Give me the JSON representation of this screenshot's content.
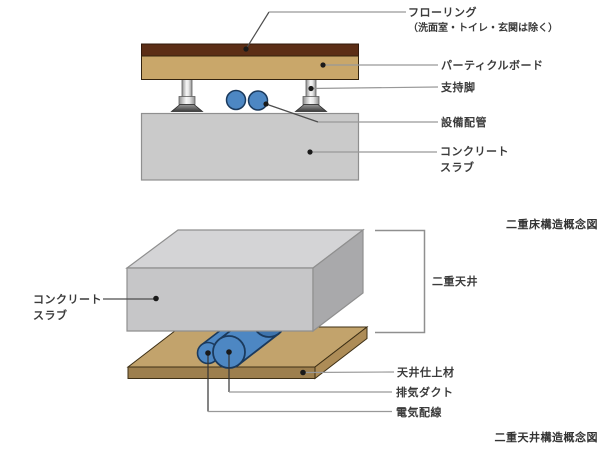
{
  "colors": {
    "flooring": "#5c2e16",
    "particle_board": "#c9a76a",
    "concrete": "#cacaca",
    "concrete_top": "#d4d4d6",
    "concrete_front": "#c6c6c8",
    "concrete_side": "#a9a9ab",
    "board_top": "#c2a36c",
    "board_front": "#9d7f4e",
    "board_side": "#ad8c57",
    "pipe": "#4d87c3",
    "pipe_end": "#3e74ad",
    "pipe_outline": "#1b3a5d",
    "leader_gray": "#999999",
    "leader_dark": "#4d4d4d",
    "text": "#3b3b3b"
  },
  "floor_diagram": {
    "labels": {
      "flooring": "フローリング",
      "flooring_note": "（洗面室・トイレ・玄関は除く）",
      "particle_board": "パーティクルボード",
      "support_leg": "支持脚",
      "equipment_piping": "設備配管",
      "concrete_slab_1": "コンクリート",
      "concrete_slab_2": "スラブ"
    },
    "caption": "二重床構造概念図"
  },
  "ceiling_diagram": {
    "labels": {
      "concrete_slab_1": "コンクリート",
      "concrete_slab_2": "スラブ",
      "double_ceiling": "二重天井",
      "ceiling_finish": "天井仕上材",
      "exhaust_duct": "排気ダクト",
      "electrical_wiring": "電気配線"
    },
    "caption": "二重天井構造概念図"
  }
}
